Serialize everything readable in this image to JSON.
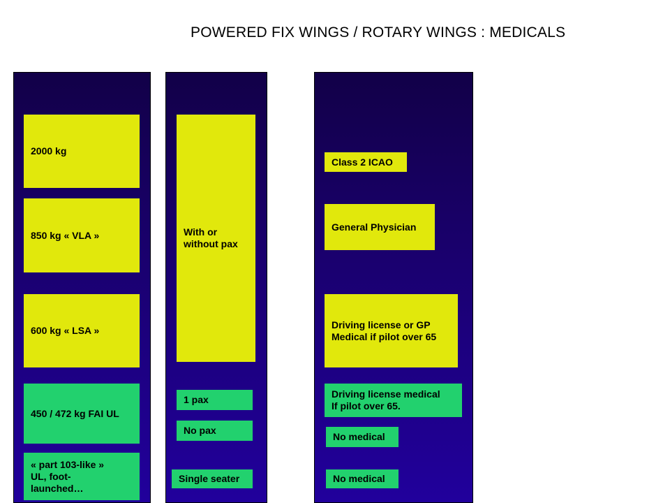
{
  "title": "POWERED FIX WINGS / ROTARY WINGS : MEDICALS",
  "colors": {
    "column_top": "#120048",
    "column_bottom": "#21009c",
    "yellow_box": "#e1e80c",
    "green_box": "#22d16e"
  },
  "weight_column": {
    "boxes": [
      {
        "text": "2000 kg",
        "color": "yellow"
      },
      {
        "text": "850 kg   « VLA »",
        "color": "yellow"
      },
      {
        "text": "600 kg   « LSA »",
        "color": "yellow"
      },
      {
        "text": "450 / 472 kg FAI UL",
        "color": "green"
      },
      {
        "text": "« part 103-like »\nUL, foot-\nlaunched…",
        "color": "green"
      }
    ]
  },
  "pax_column": {
    "boxes": [
      {
        "text": "With or\nwithout  pax",
        "color": "yellow"
      },
      {
        "text": "1 pax",
        "color": "green"
      },
      {
        "text": "No pax",
        "color": "green"
      },
      {
        "text": "Single seater",
        "color": "green"
      }
    ]
  },
  "medical_column": {
    "boxes": [
      {
        "text": "Class 2 ICAO",
        "color": "yellow"
      },
      {
        "text": "General Physician",
        "color": "yellow"
      },
      {
        "text": "Driving license or GP\nMedical if pilot over 65",
        "color": "yellow"
      },
      {
        "text": "Driving license medical\nIf pilot over 65.",
        "color": "green"
      },
      {
        "text": "No medical",
        "color": "green"
      },
      {
        "text": "No medical",
        "color": "green"
      }
    ]
  }
}
